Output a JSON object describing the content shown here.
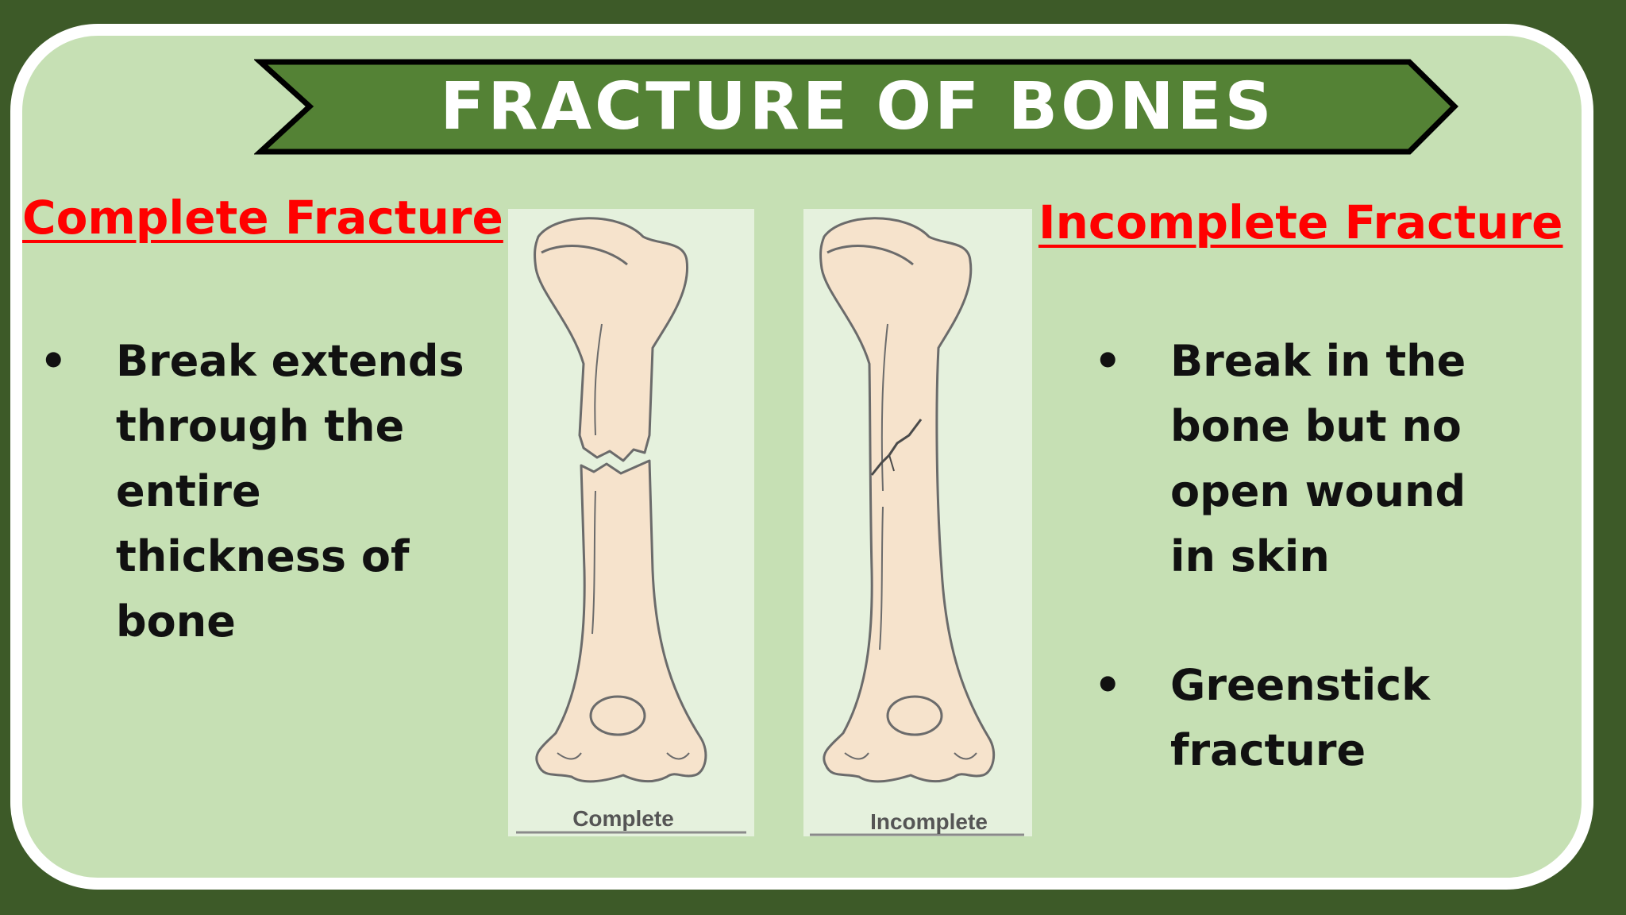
{
  "slide": {
    "title": "FRACTURE OF BONES",
    "left": {
      "heading": "Complete Fracture",
      "bullets": [
        "Break extends\nthrough the\nentire\nthickness of\nbone"
      ]
    },
    "right": {
      "heading": "Incomplete Fracture",
      "bullets": [
        "Break in the\nbone but no\nopen wound\nin skin",
        "Greenstick\nfracture"
      ]
    },
    "figure": {
      "left_caption": "Complete",
      "right_caption": "Incomplete"
    }
  },
  "colors": {
    "background": "#3d5a28",
    "panel": "#c6e0b4",
    "banner": "#548235",
    "heading": "#ff0000",
    "bone": "#f6e3cc"
  }
}
